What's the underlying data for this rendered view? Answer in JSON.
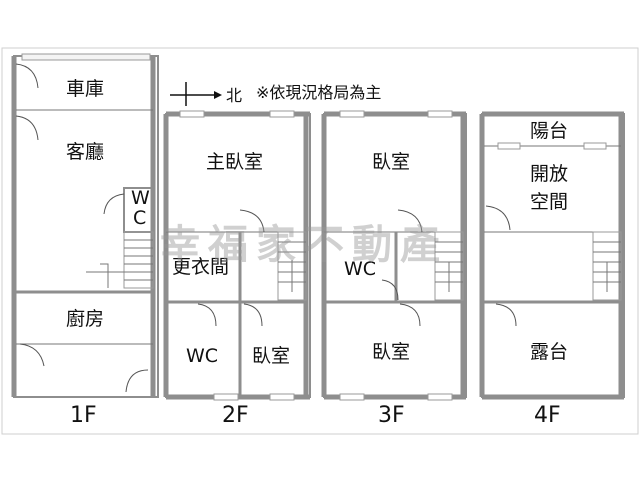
{
  "notice": "※依現況格局為主",
  "compass_label": "北",
  "watermark": "幸福家不動產",
  "floors": [
    {
      "name": "1F",
      "rooms": [
        "車庫",
        "客廳",
        "W",
        "C",
        "廚房"
      ]
    },
    {
      "name": "2F",
      "rooms": [
        "主臥室",
        "更衣間",
        "WC",
        "臥室"
      ]
    },
    {
      "name": "3F",
      "rooms": [
        "臥室",
        "WC",
        "臥室"
      ]
    },
    {
      "name": "4F",
      "rooms": [
        "陽台",
        "開放",
        "空間",
        "露台"
      ]
    }
  ],
  "colors": {
    "wall": "#8e8e8e",
    "watermark": "#969696"
  }
}
